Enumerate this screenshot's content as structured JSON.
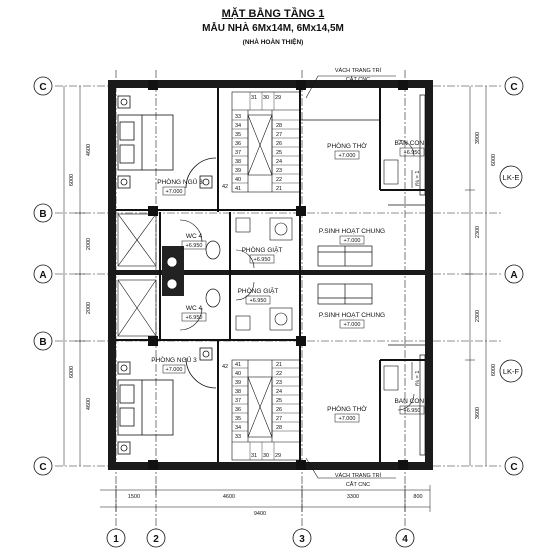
{
  "header": {
    "title": "MẶT BẰNG TẦNG 1",
    "subtitle": "MẪU NHÀ  6Mx14M, 6Mx14,5M",
    "note": "(NHÀ HOÀN THIỆN)"
  },
  "axes": {
    "rows": {
      "c": "C",
      "b": "B",
      "a": "A"
    },
    "cols": {
      "1": "1",
      "2": "2",
      "3": "3",
      "4": "4"
    }
  },
  "units": {
    "upper": "LK-E",
    "lower": "LK-F"
  },
  "rooms": {
    "phong_ngu_3": "PHÒNG NGỦ 3",
    "phong_tho": "PHÒNG THỜ",
    "ban_con_2": "BAN CON 2",
    "wc_4": "WC 4",
    "phong_giat": "PHÒNG GIẶT",
    "sinh_hoat_chung": "P.SINH HOẠT CHUNG"
  },
  "elevations": {
    "e7000": "+7.000",
    "e6950": "+6.950"
  },
  "notes": {
    "vach_trang_tri": "VÁCH TRANG TRÍ",
    "cat_cnc": "CẮT CNC",
    "slope": "i% = 1"
  },
  "dims": {
    "bottom": [
      "1500",
      "4600",
      "3300",
      "800"
    ],
    "total": "9400",
    "left": [
      "4600",
      "2000",
      "2000",
      "4600"
    ],
    "left_total": "6000",
    "right": [
      "3900",
      "2300",
      "2300",
      "3600"
    ],
    "right_total": "6000"
  },
  "stairs": {
    "upper_top": [
      "31",
      "30",
      "29"
    ],
    "upper_left": [
      "33",
      "34",
      "35",
      "36",
      "37",
      "38",
      "39",
      "40",
      "41"
    ],
    "upper_right": [
      "28",
      "27",
      "26",
      "25",
      "24",
      "23",
      "22",
      "21"
    ],
    "upper_turn": "42",
    "lower_turn": "42",
    "lower_left": [
      "41",
      "40",
      "39",
      "38",
      "37",
      "36",
      "35",
      "34",
      "33"
    ],
    "lower_right": [
      "21",
      "22",
      "23",
      "24",
      "25",
      "26",
      "27",
      "28"
    ],
    "lower_bottom": [
      "31",
      "30",
      "29"
    ]
  }
}
